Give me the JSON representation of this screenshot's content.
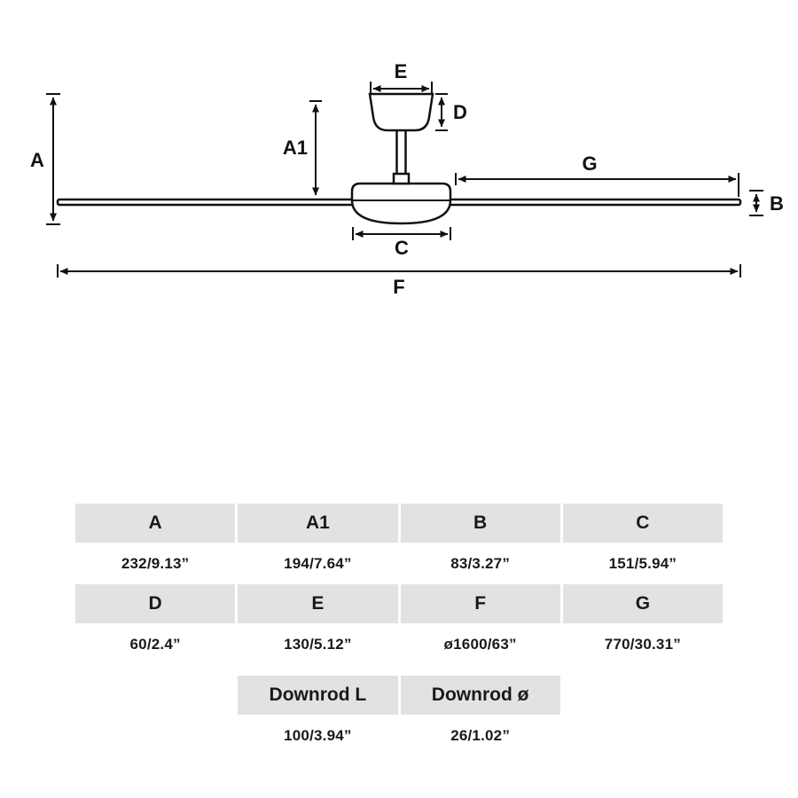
{
  "diagram": {
    "labels": {
      "a": "A",
      "a1": "A1",
      "b": "B",
      "c": "C",
      "d": "D",
      "e": "E",
      "f": "F",
      "g": "G"
    }
  },
  "table": {
    "row1": {
      "headers": [
        "A",
        "A1",
        "B",
        "C"
      ],
      "values": [
        "232/9.13”",
        "194/7.64”",
        "83/3.27”",
        "151/5.94”"
      ]
    },
    "row2": {
      "headers": [
        "D",
        "E",
        "F",
        "G"
      ],
      "values": [
        "60/2.4”",
        "130/5.12”",
        "ø1600/63”",
        "770/30.31”"
      ]
    },
    "row3": {
      "headers": [
        "Downrod L",
        "Downrod ø"
      ],
      "values": [
        "100/3.94”",
        "26/1.02”"
      ]
    }
  },
  "colors": {
    "header_bg": "#e2e2e2",
    "line": "#111111",
    "text": "#1a1a1a",
    "background": "#ffffff"
  }
}
